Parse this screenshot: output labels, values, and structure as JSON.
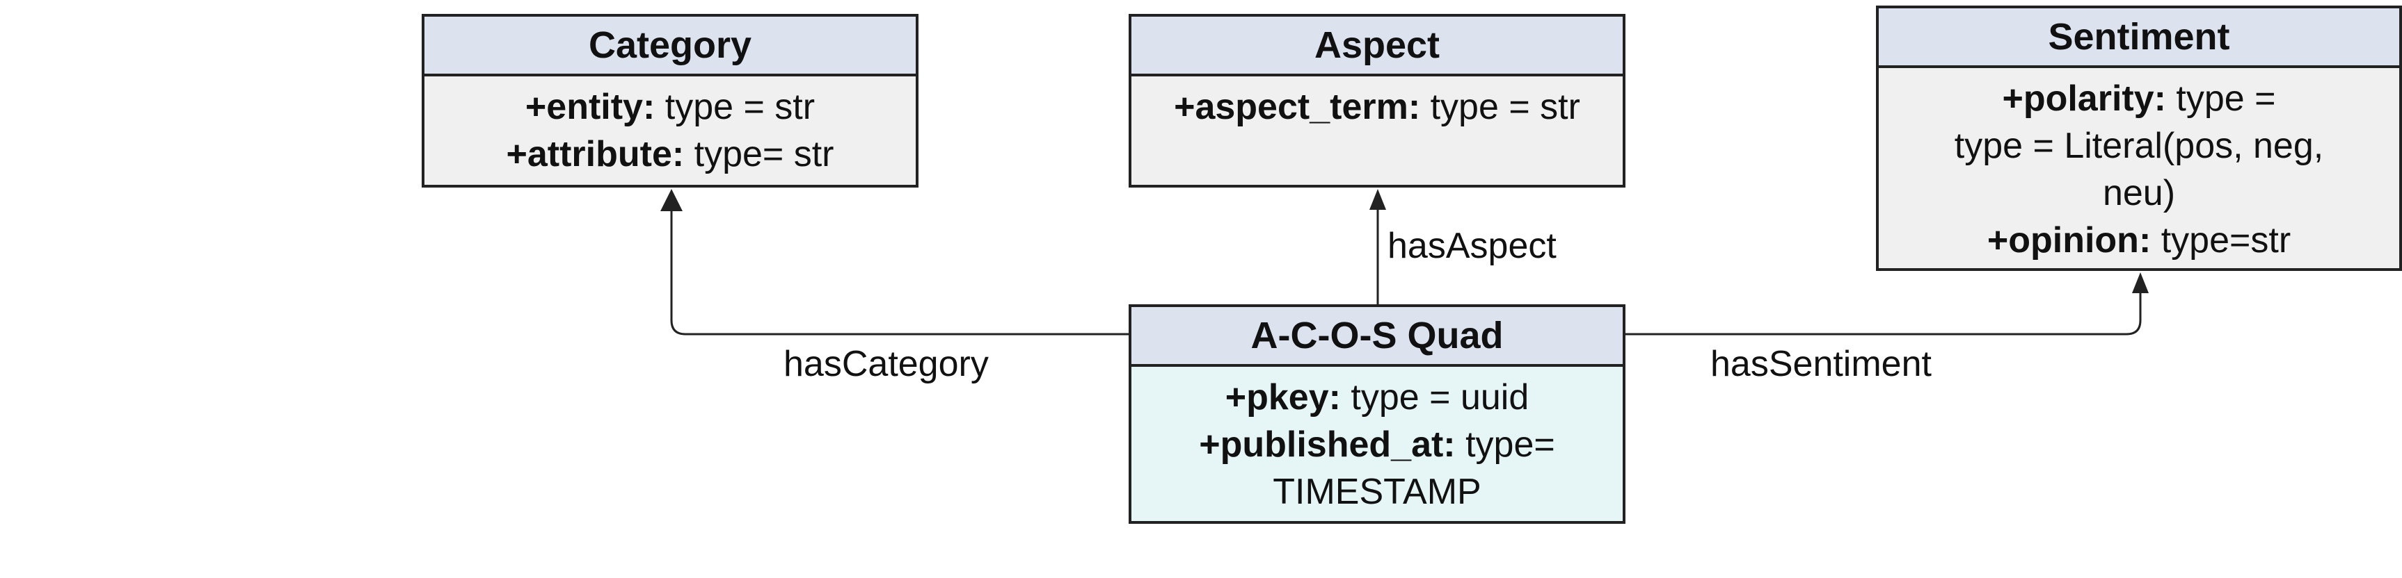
{
  "classes": {
    "category": {
      "title": "Category",
      "attrs": [
        {
          "name": "+entity:",
          "type": " type = str"
        },
        {
          "name": "+attribute:",
          "type": " type= str"
        }
      ]
    },
    "aspect": {
      "title": "Aspect",
      "attrs": [
        {
          "name": "+aspect_term:",
          "type": " type = str"
        }
      ]
    },
    "sentiment": {
      "title": "Sentiment",
      "polarity_name": "+polarity:",
      "polarity_type_1": " type =",
      "polarity_type_2": "type = Literal(pos, neg,",
      "polarity_type_3": "neu)",
      "opinion_name": "+opinion:",
      "opinion_type": " type=str"
    },
    "quad": {
      "title": "A-C-O-S Quad",
      "pkey_name": "+pkey:",
      "pkey_type": " type = uuid",
      "published_name": "+published_at:",
      "published_type_1": " type=",
      "published_type_2": "TIMESTAMP"
    }
  },
  "relations": {
    "has_category": "hasCategory",
    "has_aspect": "hasAspect",
    "has_sentiment": "hasSentiment"
  },
  "colors": {
    "header": "#dce3ef",
    "entity_body": "#f0f0f0",
    "quad_body": "#e6f5f5",
    "line": "#222222"
  }
}
